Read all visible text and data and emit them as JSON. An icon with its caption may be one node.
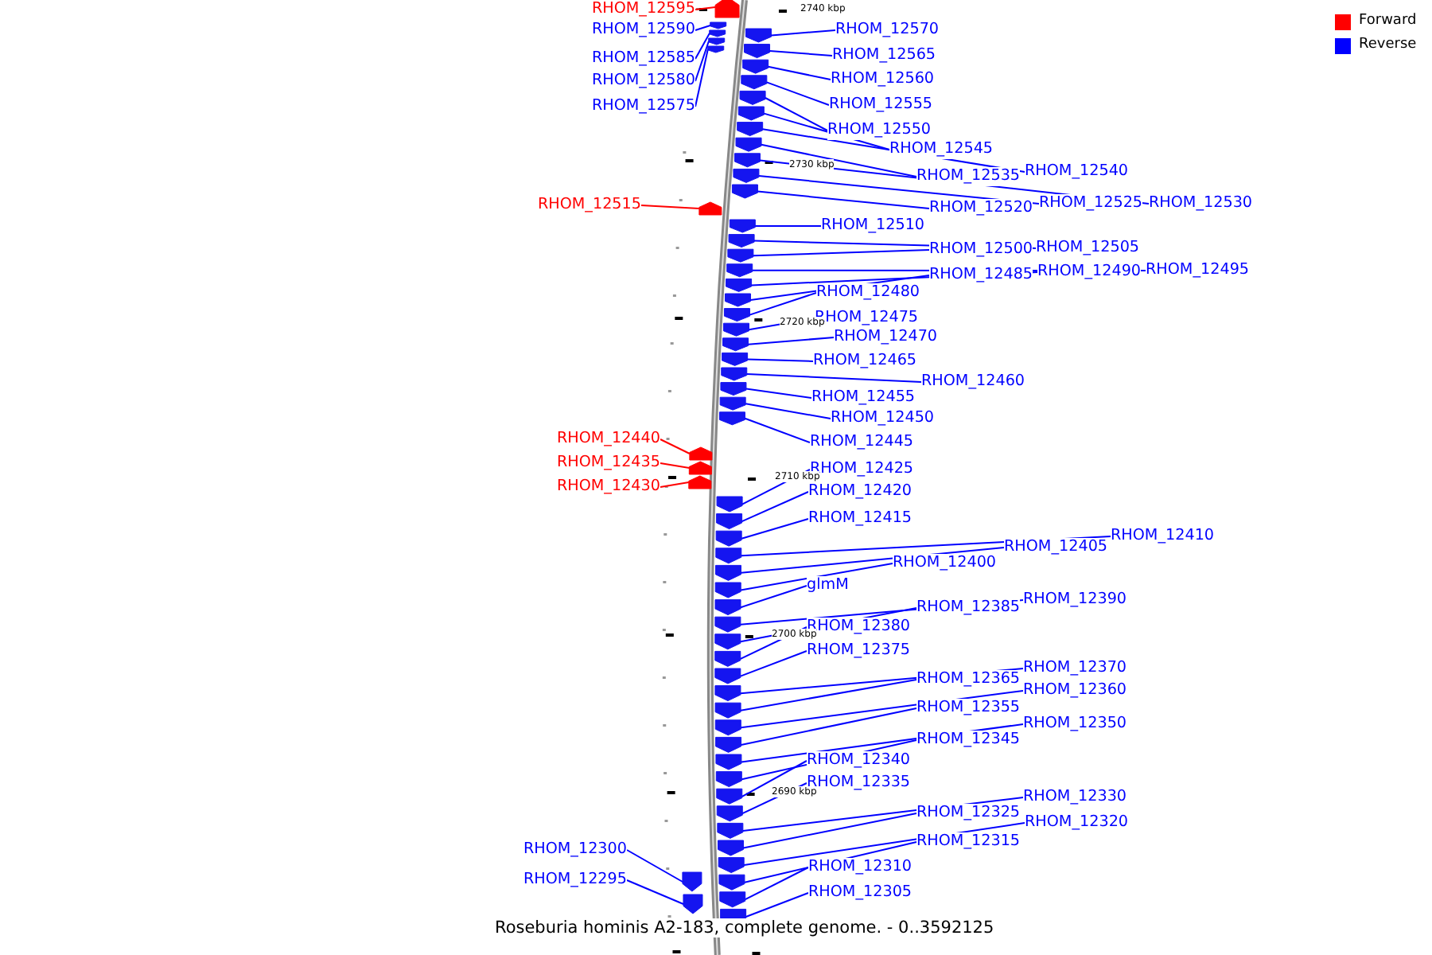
{
  "diagram": {
    "caption": "Roseburia hominis A2-183, complete genome. - 0..3592125",
    "nodes": [
      {
        "text": [
          "RHOM_12595"
        ]
      },
      {
        "text": [
          "RHOM_12590"
        ]
      },
      {
        "text": [
          "RHOM_12570"
        ]
      },
      {
        "text": [
          "RHOM_12565"
        ]
      },
      {
        "text": [
          "RHOM_12585"
        ]
      },
      {
        "text": [
          "RHOM_12560"
        ]
      },
      {
        "text": [
          "RHOM_12580"
        ]
      },
      {
        "text": [
          "RHOM_12555"
        ]
      },
      {
        "text": [
          "RHOM_12575"
        ]
      },
      {
        "text": [
          "RHOM_12550"
        ]
      },
      {
        "text": [
          "RHOM_12545"
        ]
      },
      {
        "text": [
          "RHOM_12540"
        ]
      },
      {
        "text": [
          "RHOM_12535"
        ]
      },
      {
        "text": [
          "RHOM_12525"
        ]
      },
      {
        "text": [
          "RHOM_12530"
        ]
      },
      {
        "text": [
          "RHOM_12515"
        ]
      },
      {
        "text": [
          "RHOM_12520"
        ]
      },
      {
        "text": [
          "RHOM_12510"
        ]
      },
      {
        "text": [
          "RHOM_12500"
        ]
      },
      {
        "text": [
          "RHOM_12505"
        ]
      },
      {
        "text": [
          "RHOM_12490"
        ]
      },
      {
        "text": [
          "RHOM_12495"
        ]
      },
      {
        "text": [
          "RHOM_12485"
        ]
      },
      {
        "text": [
          "RHOM_12480"
        ]
      },
      {
        "text": [
          "RHOM_12475"
        ]
      },
      {
        "text": [
          "RHOM_12470"
        ]
      },
      {
        "text": [
          "RHOM_12465"
        ]
      },
      {
        "text": [
          "RHOM_12460"
        ]
      },
      {
        "text": [
          "RHOM_12455"
        ]
      },
      {
        "text": [
          "RHOM_12450"
        ]
      },
      {
        "text": [
          "RHOM_12440"
        ]
      },
      {
        "text": [
          "RHOM_12445"
        ]
      },
      {
        "text": [
          "RHOM_12435"
        ]
      },
      {
        "text": [
          "RHOM_12425"
        ]
      },
      {
        "text": [
          "RHOM_12430"
        ]
      },
      {
        "text": [
          "RHOM_12420"
        ]
      },
      {
        "text": [
          "RHOM_12415"
        ]
      },
      {
        "text": [
          "RHOM_12410"
        ]
      },
      {
        "text": [
          "RHOM_12405"
        ]
      },
      {
        "text": [
          "RHOM_12400"
        ]
      },
      {
        "text": [
          "glmM"
        ]
      },
      {
        "text": [
          "RHOM_12390"
        ]
      },
      {
        "text": [
          "RHOM_12385"
        ]
      },
      {
        "text": [
          "RHOM_12380"
        ]
      },
      {
        "text": [
          "RHOM_12375"
        ]
      },
      {
        "text": [
          "RHOM_12370"
        ]
      },
      {
        "text": [
          "RHOM_12365"
        ]
      },
      {
        "text": [
          "RHOM_12360"
        ]
      },
      {
        "text": [
          "RHOM_12355"
        ]
      },
      {
        "text": [
          "RHOM_12350"
        ]
      },
      {
        "text": [
          "RHOM_12345"
        ]
      },
      {
        "text": [
          "RHOM_12340"
        ]
      },
      {
        "text": [
          "RHOM_12335"
        ]
      },
      {
        "text": [
          "RHOM_12330"
        ]
      },
      {
        "text": [
          "RHOM_12325"
        ]
      },
      {
        "text": [
          "RHOM_12320"
        ]
      },
      {
        "text": [
          "RHOM_12315"
        ]
      },
      {
        "text": [
          "RHOM_12300"
        ]
      },
      {
        "text": [
          "RHOM_12310"
        ]
      },
      {
        "text": [
          "RHOM_12295"
        ]
      },
      {
        "text": [
          "RHOM_12305"
        ]
      },
      {
        "text": [],
        "shape": "arrow"
      },
      {
        "text": [],
        "shape": "arrow"
      },
      {
        "text": [],
        "shape": "arrow"
      },
      {
        "text": [],
        "shape": "arrow"
      },
      {
        "text": [],
        "shape": "arrow"
      },
      {
        "text": [],
        "shape": "arrow"
      },
      {
        "text": [],
        "shape": "arrow"
      },
      {
        "text": [],
        "shape": "arrow"
      },
      {
        "text": [],
        "shape": "arrow"
      },
      {
        "text": [],
        "shape": "arrow"
      },
      {
        "text": [],
        "shape": "arrow"
      },
      {
        "text": [],
        "shape": "arrow"
      },
      {
        "text": [],
        "shape": "arrow"
      },
      {
        "text": [],
        "shape": "arrow"
      },
      {
        "text": [],
        "shape": "arrow"
      },
      {
        "text": [],
        "shape": "arrow"
      },
      {
        "text": [],
        "shape": "arrow"
      },
      {
        "text": [],
        "shape": "arrow"
      },
      {
        "text": [],
        "shape": "arrow"
      },
      {
        "text": [],
        "shape": "arrow"
      },
      {
        "text": [],
        "shape": "arrow"
      },
      {
        "text": [],
        "shape": "arrow"
      },
      {
        "text": [],
        "shape": "arrow"
      },
      {
        "text": [],
        "shape": "arrow"
      },
      {
        "text": [],
        "shape": "arrow"
      },
      {
        "text": [],
        "shape": "arrow"
      },
      {
        "text": [],
        "shape": "arrow"
      },
      {
        "text": [],
        "shape": "arrow"
      },
      {
        "text": [],
        "shape": "arrow"
      },
      {
        "text": [],
        "shape": "arrow"
      },
      {
        "text": [],
        "shape": "arrow"
      },
      {
        "text": [],
        "shape": "arrow"
      },
      {
        "text": [],
        "shape": "arrow"
      },
      {
        "text": [],
        "shape": "arrow"
      },
      {
        "text": [],
        "shape": "arrow"
      },
      {
        "text": [],
        "shape": "arrow"
      },
      {
        "text": [],
        "shape": "arrow"
      },
      {
        "text": [],
        "shape": "arrow"
      },
      {
        "text": [],
        "shape": "arrow"
      },
      {
        "text": [],
        "shape": "arrow"
      },
      {
        "text": [],
        "shape": "arrow"
      },
      {
        "text": [],
        "shape": "arrow"
      },
      {
        "text": [],
        "shape": "arrow"
      },
      {
        "text": [],
        "shape": "arrow"
      },
      {
        "text": [],
        "shape": "arrow"
      },
      {
        "text": [],
        "shape": "arrow"
      },
      {
        "text": [],
        "shape": "arrow"
      },
      {
        "text": [],
        "shape": "arrow"
      },
      {
        "text": [],
        "shape": "arrow"
      },
      {
        "text": [],
        "shape": "arrow"
      },
      {
        "text": [],
        "shape": "arrow"
      },
      {
        "text": [],
        "shape": "arrow"
      },
      {
        "text": [],
        "shape": "arrow"
      },
      {
        "text": [],
        "shape": "arrow"
      },
      {
        "text": [],
        "shape": "arrow"
      },
      {
        "text": [],
        "shape": "arrow"
      },
      {
        "text": [],
        "shape": "arrow"
      },
      {
        "text": [],
        "shape": "arrow"
      },
      {
        "text": [],
        "shape": "arrow"
      },
      {
        "text": [],
        "shape": "arrow"
      },
      {
        "text": [],
        "shape": "arrow"
      }
    ],
    "edges": [
      {
        "from": 0,
        "to": 61,
        "arrow": "none",
        "color": "#ff0000"
      },
      {
        "from": 1,
        "to": 62,
        "arrow": "none"
      },
      {
        "from": 2,
        "to": 63,
        "arrow": "none"
      },
      {
        "from": 3,
        "to": 66,
        "arrow": "none"
      },
      {
        "from": 4,
        "to": 64,
        "arrow": "none"
      },
      {
        "from": 5,
        "to": 68,
        "arrow": "none"
      },
      {
        "from": 6,
        "to": 65,
        "arrow": "none"
      },
      {
        "from": 7,
        "to": 69,
        "arrow": "none"
      },
      {
        "from": 8,
        "to": 67,
        "arrow": "none"
      },
      {
        "from": 9,
        "to": 70,
        "arrow": "none"
      },
      {
        "from": 10,
        "to": 71,
        "arrow": "none"
      },
      {
        "from": 11,
        "to": 72,
        "arrow": "none"
      },
      {
        "from": 12,
        "to": 73,
        "arrow": "none"
      },
      {
        "from": 13,
        "to": 75,
        "arrow": "none"
      },
      {
        "from": 14,
        "to": 74,
        "arrow": "none"
      },
      {
        "from": 15,
        "to": 77,
        "arrow": "none",
        "color": "#ff0000"
      },
      {
        "from": 16,
        "to": 76,
        "arrow": "none"
      },
      {
        "from": 17,
        "to": 78,
        "arrow": "none"
      },
      {
        "from": 18,
        "to": 80,
        "arrow": "none"
      },
      {
        "from": 19,
        "to": 79,
        "arrow": "none"
      },
      {
        "from": 20,
        "to": 82,
        "arrow": "none"
      },
      {
        "from": 21,
        "to": 81,
        "arrow": "none"
      },
      {
        "from": 22,
        "to": 83,
        "arrow": "none"
      },
      {
        "from": 23,
        "to": 84,
        "arrow": "none"
      },
      {
        "from": 24,
        "to": 85,
        "arrow": "none"
      },
      {
        "from": 25,
        "to": 86,
        "arrow": "none"
      },
      {
        "from": 26,
        "to": 87,
        "arrow": "none"
      },
      {
        "from": 27,
        "to": 88,
        "arrow": "none"
      },
      {
        "from": 28,
        "to": 89,
        "arrow": "none"
      },
      {
        "from": 29,
        "to": 90,
        "arrow": "none"
      },
      {
        "from": 30,
        "to": 92,
        "arrow": "none",
        "color": "#ff0000"
      },
      {
        "from": 31,
        "to": 91,
        "arrow": "none"
      },
      {
        "from": 32,
        "to": 93,
        "arrow": "none",
        "color": "#ff0000"
      },
      {
        "from": 33,
        "to": 95,
        "arrow": "none"
      },
      {
        "from": 34,
        "to": 94,
        "arrow": "none",
        "color": "#ff0000"
      },
      {
        "from": 35,
        "to": 96,
        "arrow": "none"
      },
      {
        "from": 36,
        "to": 97,
        "arrow": "none"
      },
      {
        "from": 37,
        "to": 98,
        "arrow": "none"
      },
      {
        "from": 38,
        "to": 99,
        "arrow": "none"
      },
      {
        "from": 39,
        "to": 100,
        "arrow": "none"
      },
      {
        "from": 40,
        "to": 101,
        "arrow": "none"
      },
      {
        "from": 41,
        "to": 102,
        "arrow": "none"
      },
      {
        "from": 42,
        "to": 103,
        "arrow": "none"
      },
      {
        "from": 43,
        "to": 104,
        "arrow": "none"
      },
      {
        "from": 44,
        "to": 105,
        "arrow": "none"
      },
      {
        "from": 45,
        "to": 106,
        "arrow": "none"
      },
      {
        "from": 46,
        "to": 107,
        "arrow": "none"
      },
      {
        "from": 47,
        "to": 108,
        "arrow": "none"
      },
      {
        "from": 48,
        "to": 109,
        "arrow": "none"
      },
      {
        "from": 49,
        "to": 110,
        "arrow": "none"
      },
      {
        "from": 50,
        "to": 111,
        "arrow": "none"
      },
      {
        "from": 51,
        "to": 112,
        "arrow": "none"
      },
      {
        "from": 52,
        "to": 113,
        "arrow": "none"
      },
      {
        "from": 53,
        "to": 114,
        "arrow": "none"
      },
      {
        "from": 54,
        "to": 115,
        "arrow": "none"
      },
      {
        "from": 55,
        "to": 116,
        "arrow": "none"
      },
      {
        "from": 56,
        "to": 118,
        "arrow": "none"
      },
      {
        "from": 57,
        "to": 117,
        "arrow": "none"
      },
      {
        "from": 58,
        "to": 119,
        "arrow": "none"
      },
      {
        "from": 59,
        "to": 120,
        "arrow": "none"
      },
      {
        "from": 60,
        "to": 121,
        "arrow": "none"
      }
    ],
    "labels": [
      "2740 kbp",
      "2730 kbp",
      "2720 kbp",
      "2710 kbp",
      "2700 kbp",
      "2690 kbp"
    ],
    "legend": [
      {
        "text": "Forward",
        "color": "#ff0000"
      },
      {
        "text": "Reverse",
        "color": "#0000ff"
      }
    ]
  }
}
